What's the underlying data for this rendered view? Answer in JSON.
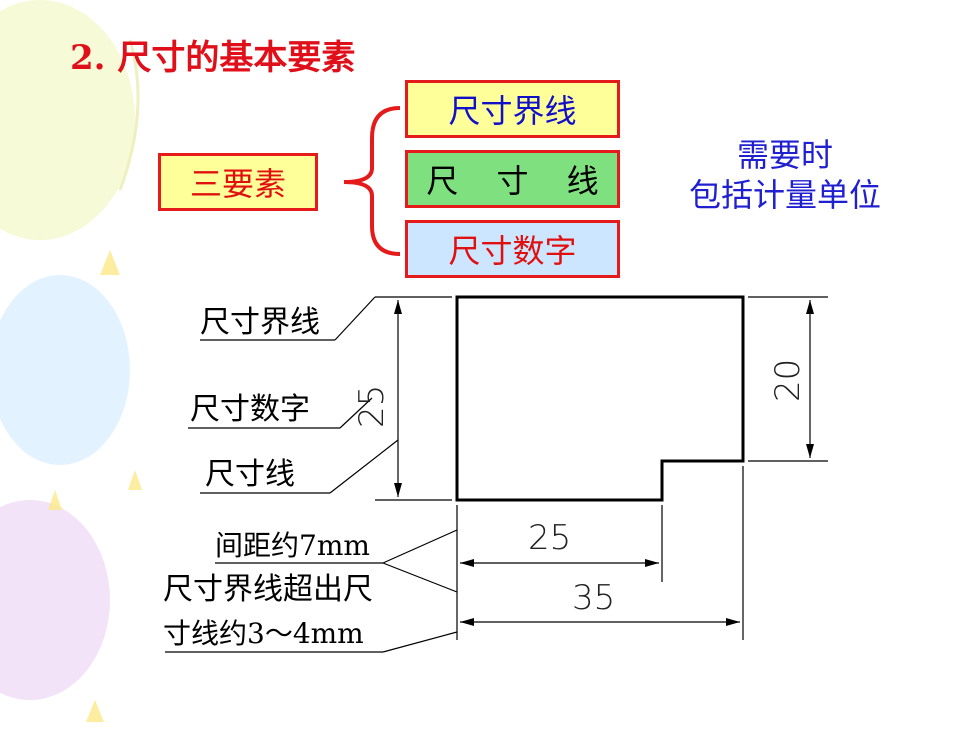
{
  "title": "2. 尺寸的基本要素",
  "elements": {
    "main": "三要素",
    "items": [
      "尺寸界线",
      "尺 寸 线",
      "尺寸数字"
    ]
  },
  "note": {
    "line1": "需要时",
    "line2": "包括计量单位"
  },
  "labels": {
    "extension_line": "尺寸界线",
    "dimension_number": "尺寸数字",
    "dimension_line": "尺寸线",
    "spacing": "间距约7mm",
    "overshoot_1": "尺寸界线超出尺",
    "overshoot_2": "寸线约3～4mm"
  },
  "dimensions": {
    "left_height": "25",
    "right_height": "20",
    "bottom_inner": "25",
    "bottom_outer": "35"
  },
  "colors": {
    "red": "#e0101a",
    "blue": "#1010c8",
    "yellow_box": "#ffff99",
    "green_box": "#7ee07e",
    "blue_box": "#cce6ff"
  }
}
